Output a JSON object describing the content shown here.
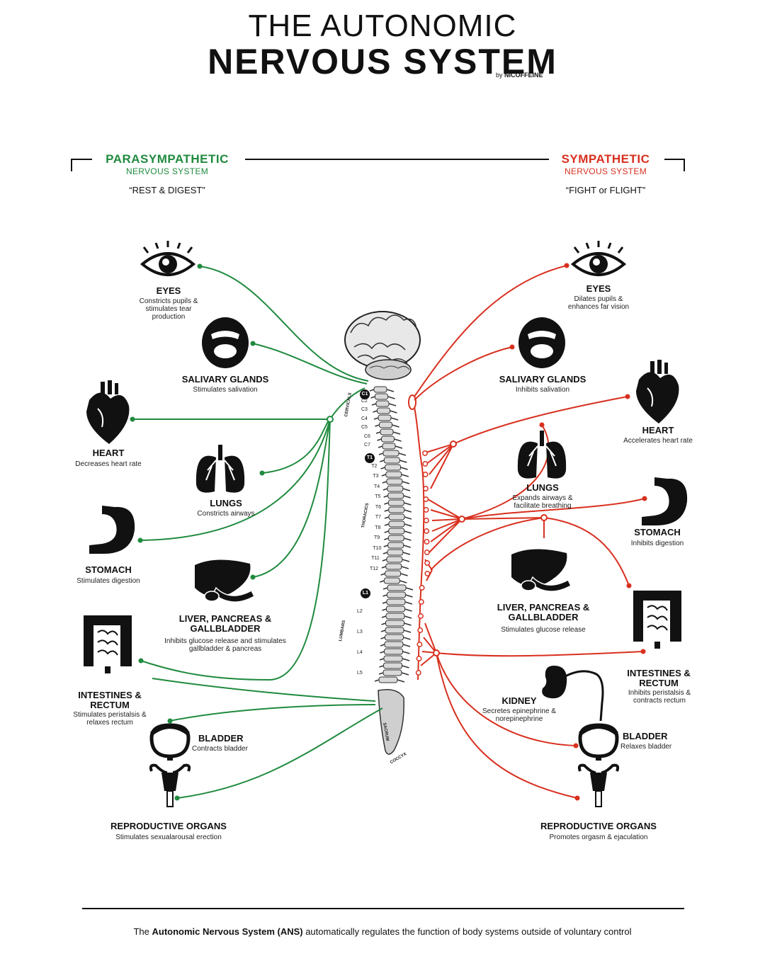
{
  "header": {
    "title_line1": "THE AUTONOMIC",
    "title_line2": "NERVOUS SYSTEM",
    "by": "by",
    "author": "NICOFFEINE"
  },
  "parasympathetic": {
    "name": "PARASYMPATHETIC",
    "subtitle": "NERVOUS SYSTEM",
    "motto": "“REST & DIGEST”",
    "color": "#1f8a3e",
    "organs": [
      {
        "label": "EYES",
        "desc": "Constricts pupils & stimulates tear production"
      },
      {
        "label": "SALIVARY GLANDS",
        "desc": "Stimulates salivation"
      },
      {
        "label": "HEART",
        "desc": "Decreases heart rate"
      },
      {
        "label": "LUNGS",
        "desc": "Constricts airways"
      },
      {
        "label": "STOMACH",
        "desc": "Stimulates digestion"
      },
      {
        "label": "LIVER, PANCREAS & GALLBLADDER",
        "desc": "Inhibits glucose release and stimulates gallbladder & pancreas"
      },
      {
        "label": "INTESTINES & RECTUM",
        "desc": "Stimulates peristalsis & relaxes rectum"
      },
      {
        "label": "BLADDER",
        "desc": "Contracts bladder"
      },
      {
        "label": "REPRODUCTIVE ORGANS",
        "desc": "Stimulates sexualarousal erection"
      }
    ]
  },
  "sympathetic": {
    "name": "SYMPATHETIC",
    "subtitle": "NERVOUS SYSTEM",
    "motto": "“FIGHT or FLIGHT”",
    "color": "#d8301f",
    "organs": [
      {
        "label": "EYES",
        "desc": "Dilates pupils & enhances far vision"
      },
      {
        "label": "SALIVARY GLANDS",
        "desc": "Inhibits salivation"
      },
      {
        "label": "HEART",
        "desc": "Accelerates heart rate"
      },
      {
        "label": "LUNGS",
        "desc": "Expands airways & facilitate breathing"
      },
      {
        "label": "STOMACH",
        "desc": "Inhibits digestion"
      },
      {
        "label": "LIVER, PANCREAS & GALLBLADDER",
        "desc": "Stimulates glucose release"
      },
      {
        "label": "INTESTINES & RECTUM",
        "desc": "Inhibits peristalsis & contracts rectum"
      },
      {
        "label": "KIDNEY",
        "desc": "Secretes epinephrine & norepinephrine"
      },
      {
        "label": "BLADDER",
        "desc": "Relaxes bladder"
      },
      {
        "label": "REPRODUCTIVE ORGANS",
        "desc": "Promotes orgasm & ejaculation"
      }
    ]
  },
  "spine": {
    "regions": [
      "CERVICALS",
      "THORACICS",
      "LUMBARS",
      "SACRUM",
      "COCCYX"
    ],
    "cervical": [
      "C1",
      "C2",
      "C3",
      "C4",
      "C5",
      "C6",
      "C7"
    ],
    "thoracic": [
      "T1",
      "T2",
      "T3",
      "T4",
      "T5",
      "T6",
      "T7",
      "T8",
      "T9",
      "T10",
      "T11",
      "T12"
    ],
    "lumbar": [
      "L1",
      "L2",
      "L3",
      "L4",
      "L5"
    ]
  },
  "footer": {
    "pre": "The ",
    "bold": "Autonomic Nervous System (ANS)",
    "post": " automatically regulates the function of body systems outside of voluntary control"
  }
}
